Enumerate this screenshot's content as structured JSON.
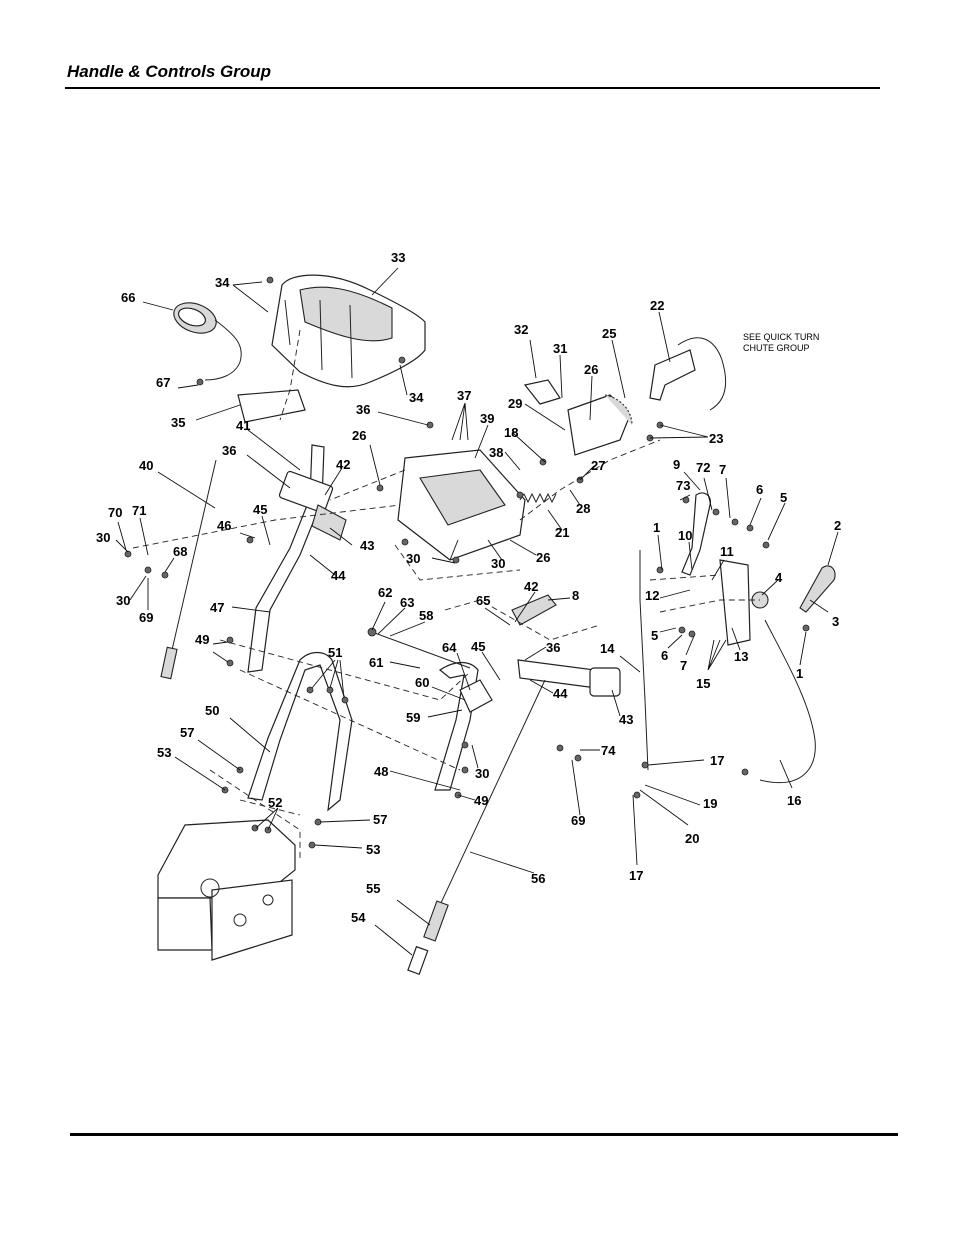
{
  "header": {
    "title": "Handle & Controls Group"
  },
  "diagram": {
    "note_line1": "SEE QUICK TURN",
    "note_line2": "CHUTE GROUP",
    "callouts": [
      "33",
      "34",
      "66",
      "34",
      "67",
      "35",
      "36",
      "41",
      "26",
      "36",
      "42",
      "40",
      "70",
      "71",
      "30",
      "68",
      "30",
      "69",
      "46",
      "45",
      "43",
      "44",
      "47",
      "49",
      "51",
      "50",
      "57",
      "53",
      "52",
      "57",
      "53",
      "48",
      "49",
      "37",
      "39",
      "38",
      "18",
      "32",
      "31",
      "29",
      "26",
      "25",
      "22",
      "23",
      "27",
      "28",
      "21",
      "30",
      "30",
      "26",
      "62",
      "63",
      "58",
      "61",
      "65",
      "42",
      "8",
      "64",
      "45",
      "36",
      "60",
      "44",
      "59",
      "43",
      "30",
      "55",
      "54",
      "56",
      "74",
      "69",
      "14",
      "17",
      "19",
      "20",
      "17",
      "16",
      "9",
      "72",
      "7",
      "73",
      "6",
      "5",
      "2",
      "1",
      "10",
      "11",
      "4",
      "3",
      "12",
      "5",
      "6",
      "7",
      "13",
      "15",
      "1"
    ]
  }
}
